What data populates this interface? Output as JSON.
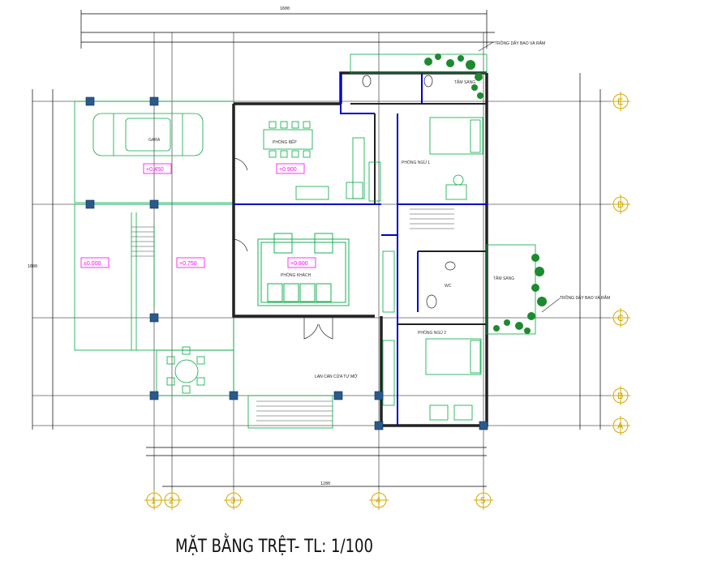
{
  "title": "MẶT BẰNG TRỆT- TL: 1/100",
  "grid_axes_columns": [
    "1",
    "2",
    "3",
    "4",
    "5"
  ],
  "grid_axes_rows": [
    "E",
    "D",
    "C",
    "B",
    "A"
  ],
  "rooms": {
    "garage": "GARA",
    "dining": "PHÒNG BẾP",
    "bedroom1": "PHÒNG NGỦ 1",
    "living": "PHÒNG KHÁCH",
    "wc": "WC",
    "bedroom2": "PHÒNG NGỦ 2",
    "skylight_top": "TẦM SÁNG",
    "skylight_right": "TẦM SÁNG"
  },
  "levels": {
    "yard": "±0.000",
    "garage": "+0.450",
    "porch": "+0.750",
    "dining": "+0.900",
    "living": "+0.900"
  },
  "notes": {
    "tree_top": "TRỒNG DÂY BAO VÀ RÂM",
    "tree_right": "TRỒNG DÂY BAO VÀ RÂM",
    "entrance": "LAN CAN CỬA TỰ MỞ"
  },
  "dimensions": {
    "overall_top": "1600",
    "overall_bottom": "1280",
    "overall_side": "1600"
  },
  "colors": {
    "wall": "#222222",
    "wall_blue": "#0000cc",
    "furniture": "#00aa44",
    "dimension": "#000000",
    "grid": "#5a5a5a",
    "level_box": "#ff00ff",
    "column": "#2a5a8a",
    "axis_bubble": "#d4a800"
  }
}
